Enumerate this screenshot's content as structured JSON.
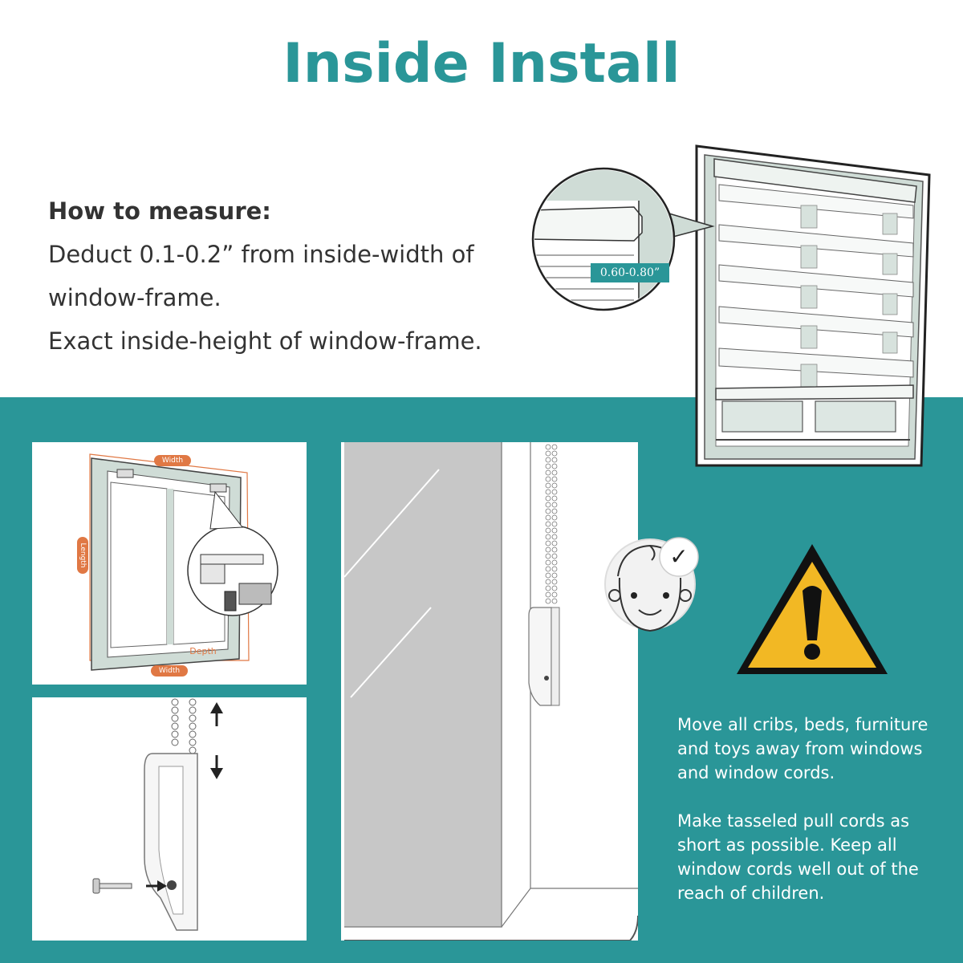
{
  "title": "Inside Install",
  "measure": {
    "heading": "How to measure:",
    "line1": "Deduct 0.1-0.2”   from inside-width of",
    "line2": "window-frame.",
    "line3": "Exact inside-height of window-frame."
  },
  "zoom_label": "0.60-0.80”",
  "diagram": {
    "width_top": "Width",
    "length": "Length",
    "depth": "Depth",
    "width_bottom": "Width"
  },
  "safety": {
    "check_mark": "✓",
    "paragraph1": "Move all cribs, beds, furniture and toys away from windows and window cords.",
    "paragraph2": "Make tasseled pull cords as short as possible. Keep all window cords well out of the reach of children."
  },
  "colors": {
    "teal": "#2a9698",
    "orange": "#e07844",
    "warning_yellow": "#f2b824"
  }
}
